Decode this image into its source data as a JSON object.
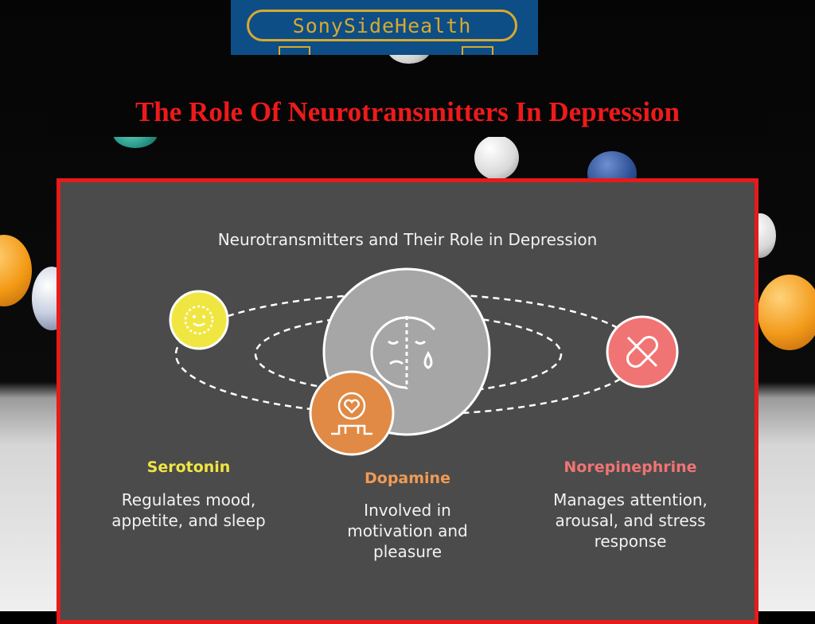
{
  "logo": {
    "text": "SonySideHealth"
  },
  "page": {
    "title": "The Role Of Neurotransmitters In Depression"
  },
  "infographic": {
    "title": "Neurotransmitters and Their Role in Depression",
    "items": [
      {
        "name": "Serotonin",
        "description": "Regulates mood, appetite, and sleep",
        "color": "#f0e642",
        "icon": "smile-icon"
      },
      {
        "name": "Dopamine",
        "description": "Involved in motivation and pleasure",
        "color": "#f09a55",
        "icon": "heart-hand-icon"
      },
      {
        "name": "Norepinephrine",
        "description": "Manages attention, arousal, and stress response",
        "color": "#f07474",
        "icon": "pill-off-icon"
      }
    ],
    "center_icon": "sad-face-icon"
  }
}
